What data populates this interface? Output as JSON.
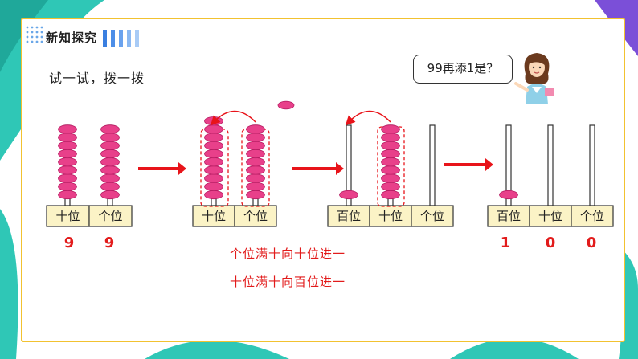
{
  "header": {
    "title": "新知探究"
  },
  "prompt": {
    "instruction": "试一试，拨一拨"
  },
  "speech_bubble": {
    "text": "99再添1是？"
  },
  "colors": {
    "bead": "#e8408a",
    "bead_dark": "#b81e64",
    "arrow": "#e8141a",
    "box_bg": "#fbf3c6",
    "accent_yellow": "#f2c230"
  },
  "abacus_1": {
    "labels": [
      "十位",
      "个位"
    ],
    "digits": [
      "9",
      "9"
    ]
  },
  "abacus_2": {
    "labels": [
      "十位",
      "个位"
    ]
  },
  "abacus_3": {
    "labels": [
      "百位",
      "十位",
      "个位"
    ]
  },
  "abacus_4": {
    "labels": [
      "百位",
      "十位",
      "个位"
    ],
    "digits": [
      "1",
      "0",
      "0"
    ]
  },
  "notes": {
    "line1": "个位满十向十位进一",
    "line2": "十位满十向百位进一"
  }
}
